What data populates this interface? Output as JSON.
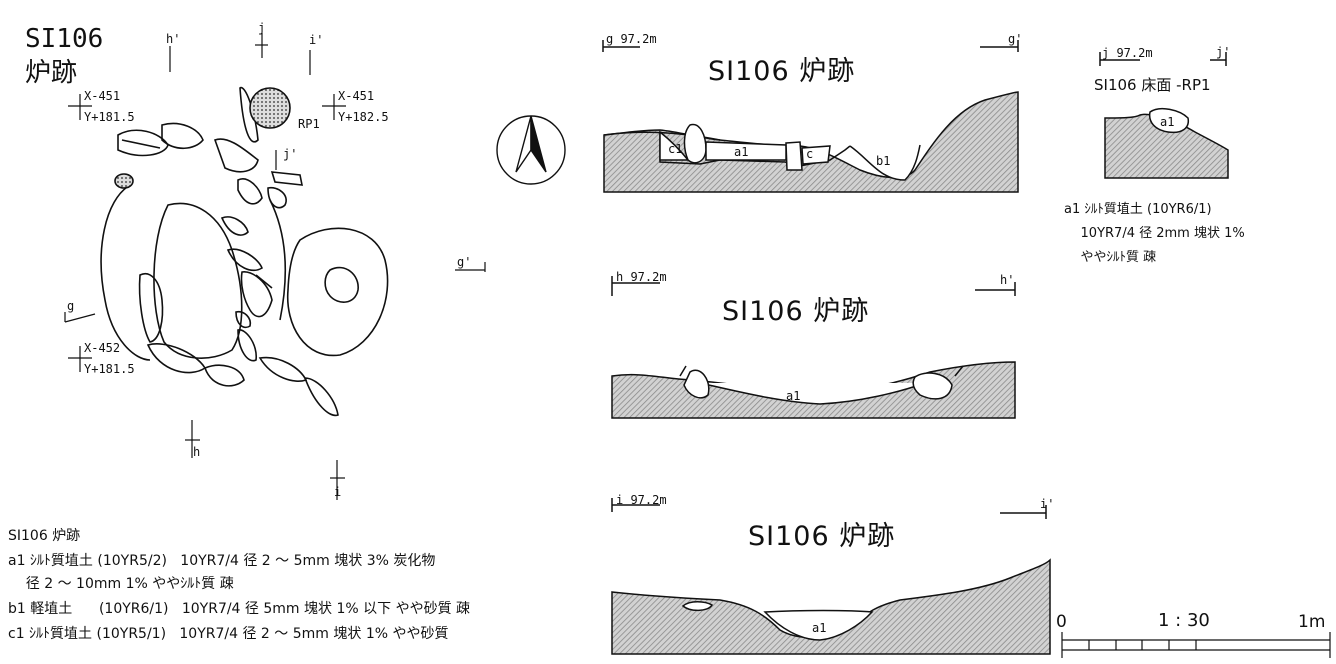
{
  "plan": {
    "title_line1": "SI106",
    "title_line2": "炉跡",
    "markers": {
      "h_top": "h'",
      "j_top": "j",
      "i_top": "i'",
      "j_mid": "j'",
      "g_left": "g",
      "g_right": "g'",
      "h_bottom": "h",
      "i_bottom": "i"
    },
    "rp1_label": "RP1",
    "coord_ul": {
      "x": "X-451",
      "y": "Y+181.5"
    },
    "coord_ur": {
      "x": "X-451",
      "y": "Y+182.5"
    },
    "coord_ll": {
      "x": "X-452",
      "y": "Y+181.5"
    }
  },
  "legend_main": {
    "title": "SI106 炉跡",
    "lines": [
      "a1 ｼﾙﾄ質埴土 (10YR5/2)   10YR7/4 径 2 ～ 5mm 塊状 3% 炭化物",
      "    径 2 ～ 10mm 1% ややｼﾙﾄ質 疎",
      "b1 軽埴土      (10YR6/1)   10YR7/4 径 5mm 塊状 1% 以下 やや砂質 疎",
      "c1 ｼﾙﾄ質埴土 (10YR5/1)   10YR7/4 径 2 ～ 5mm 塊状 1% やや砂質"
    ]
  },
  "sections": [
    {
      "left_label": "g 97.2m",
      "right_label": "g'",
      "title": "SI106 炉跡",
      "layers": [
        "c1",
        "a1",
        "c",
        "b1"
      ]
    },
    {
      "left_label": "h 97.2m",
      "right_label": "h'",
      "title": "SI106 炉跡",
      "layers": [
        "a1"
      ]
    },
    {
      "left_label": "i 97.2m",
      "right_label": "i'",
      "title": "SI106 炉跡",
      "layers": [
        "a1"
      ]
    }
  ],
  "rp1_section": {
    "left_label": "j 97.2m",
    "right_label": "j'",
    "title": "SI106 床面 -RP1",
    "layer": "a1",
    "legend": [
      "a1 ｼﾙﾄ質埴土 (10YR6/1)",
      "    10YR7/4 径 2mm 塊状 1%",
      "    ややｼﾙﾄ質 疎"
    ]
  },
  "scale": {
    "zero": "0",
    "ratio": "1 : 30",
    "max": "1m"
  },
  "colors": {
    "hatch": "#9a9a9a",
    "line": "#111111"
  }
}
